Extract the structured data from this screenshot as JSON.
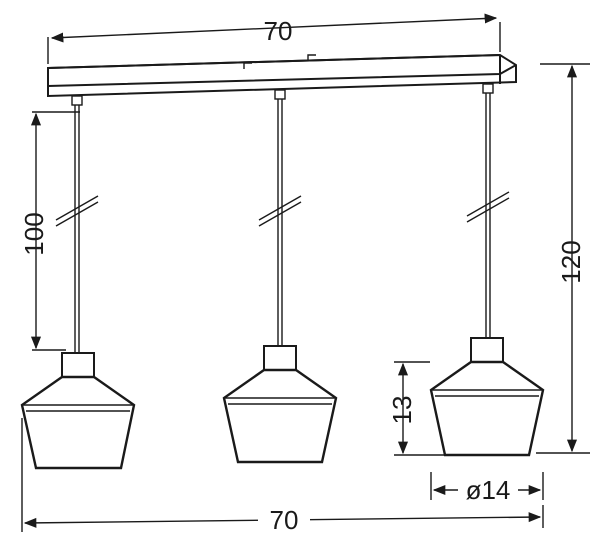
{
  "drawing": {
    "dimensions": {
      "top_width": "70",
      "bottom_width": "70",
      "cable_length": "100",
      "total_height": "120",
      "shade_height": "13",
      "shade_diameter": "ø14"
    }
  }
}
